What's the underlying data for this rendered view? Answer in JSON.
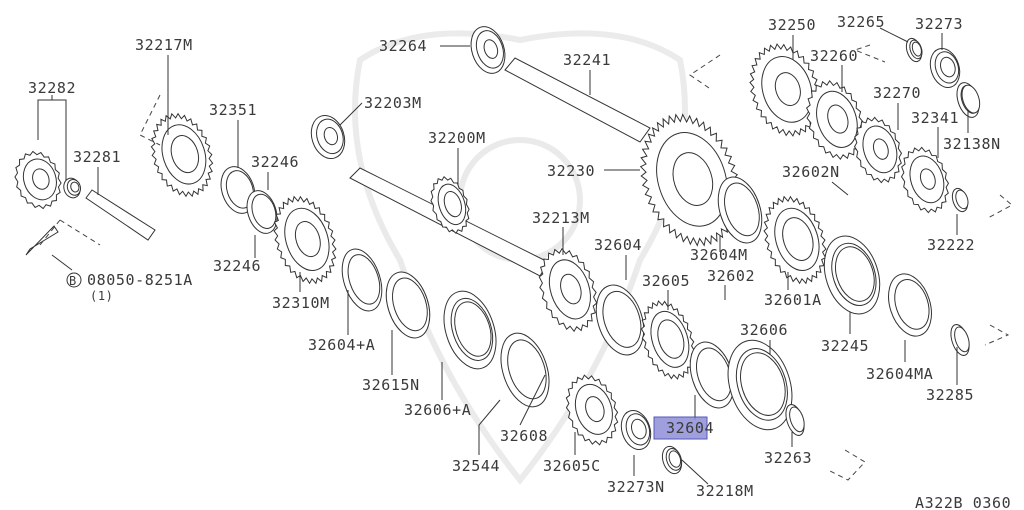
{
  "diagram": {
    "highlight_color": "#8f8fd8",
    "reference_code": "A322B 0360",
    "bolt_callout": {
      "circle_letter": "B",
      "part_no": "08050-8251A",
      "qty": "(1)"
    },
    "labels": {
      "p32217M": "32217M",
      "p32282": "32282",
      "p32281": "32281",
      "p32351": "32351",
      "p32246a": "32246",
      "p32246b": "32246",
      "p32203M": "32203M",
      "p32264": "32264",
      "p32241": "32241",
      "p32200M": "32200M",
      "p32230": "32230",
      "p32213M": "32213M",
      "p32604a": "32604",
      "p32604M": "32604M",
      "p32602N": "32602N",
      "p32250": "32250",
      "p32265": "32265",
      "p32273": "32273",
      "p32260": "32260",
      "p32270": "32270",
      "p32341": "32341",
      "p32138N": "32138N",
      "p32222": "32222",
      "p32310M": "32310M",
      "p32604A": "32604+A",
      "p32615N": "32615N",
      "p32606A": "32606+A",
      "p32544": "32544",
      "p32608": "32608",
      "p32605C": "32605C",
      "p32273N": "32273N",
      "p32218M": "32218M",
      "p32604b": "32604",
      "p32605": "32605",
      "p32602": "32602",
      "p32601A": "32601A",
      "p32606": "32606",
      "p32245": "32245",
      "p32604MA": "32604MA",
      "p32285": "32285",
      "p32263": "32263"
    }
  }
}
